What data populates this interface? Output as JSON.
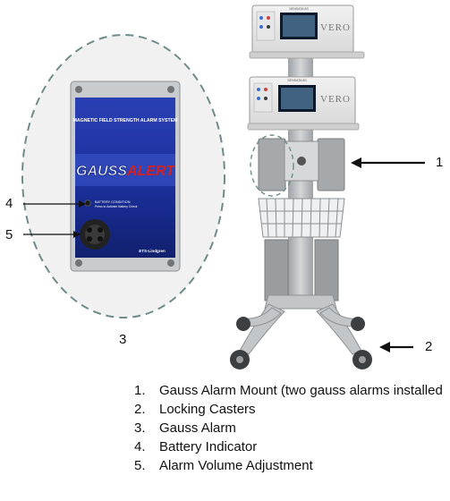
{
  "colors": {
    "panel_blue": "#1b2f9c",
    "brand_red": "#d42020",
    "dashed_outline": "#6f8c8a",
    "cart_grey": "#b9bcbf",
    "screen_blue": "#6f9fc8"
  },
  "gauss_alarm_panel": {
    "brand_part1": "GAUSS",
    "brand_part2": "ALERT",
    "heading": "MAGNETIC FIELD STRENGTH ALARM SYSTEM",
    "battery_label": "BATTERY CONDITION",
    "battery_sub": "Press to Activate Battery Check",
    "maker": "ETS-Lindgren"
  },
  "device": {
    "brand": "VERO",
    "model": "SENSATA 8S"
  },
  "callouts": {
    "c1": "1",
    "c2": "2",
    "c3": "3",
    "c4": "4",
    "c5": "5"
  },
  "legend": [
    {
      "num": "1.",
      "text": "Gauss Alarm Mount (two gauss alarms installed"
    },
    {
      "num": "2.",
      "text": "Locking Casters"
    },
    {
      "num": "3.",
      "text": "Gauss Alarm"
    },
    {
      "num": "4.",
      "text": "Battery Indicator"
    },
    {
      "num": "5.",
      "text": "Alarm Volume Adjustment"
    }
  ]
}
